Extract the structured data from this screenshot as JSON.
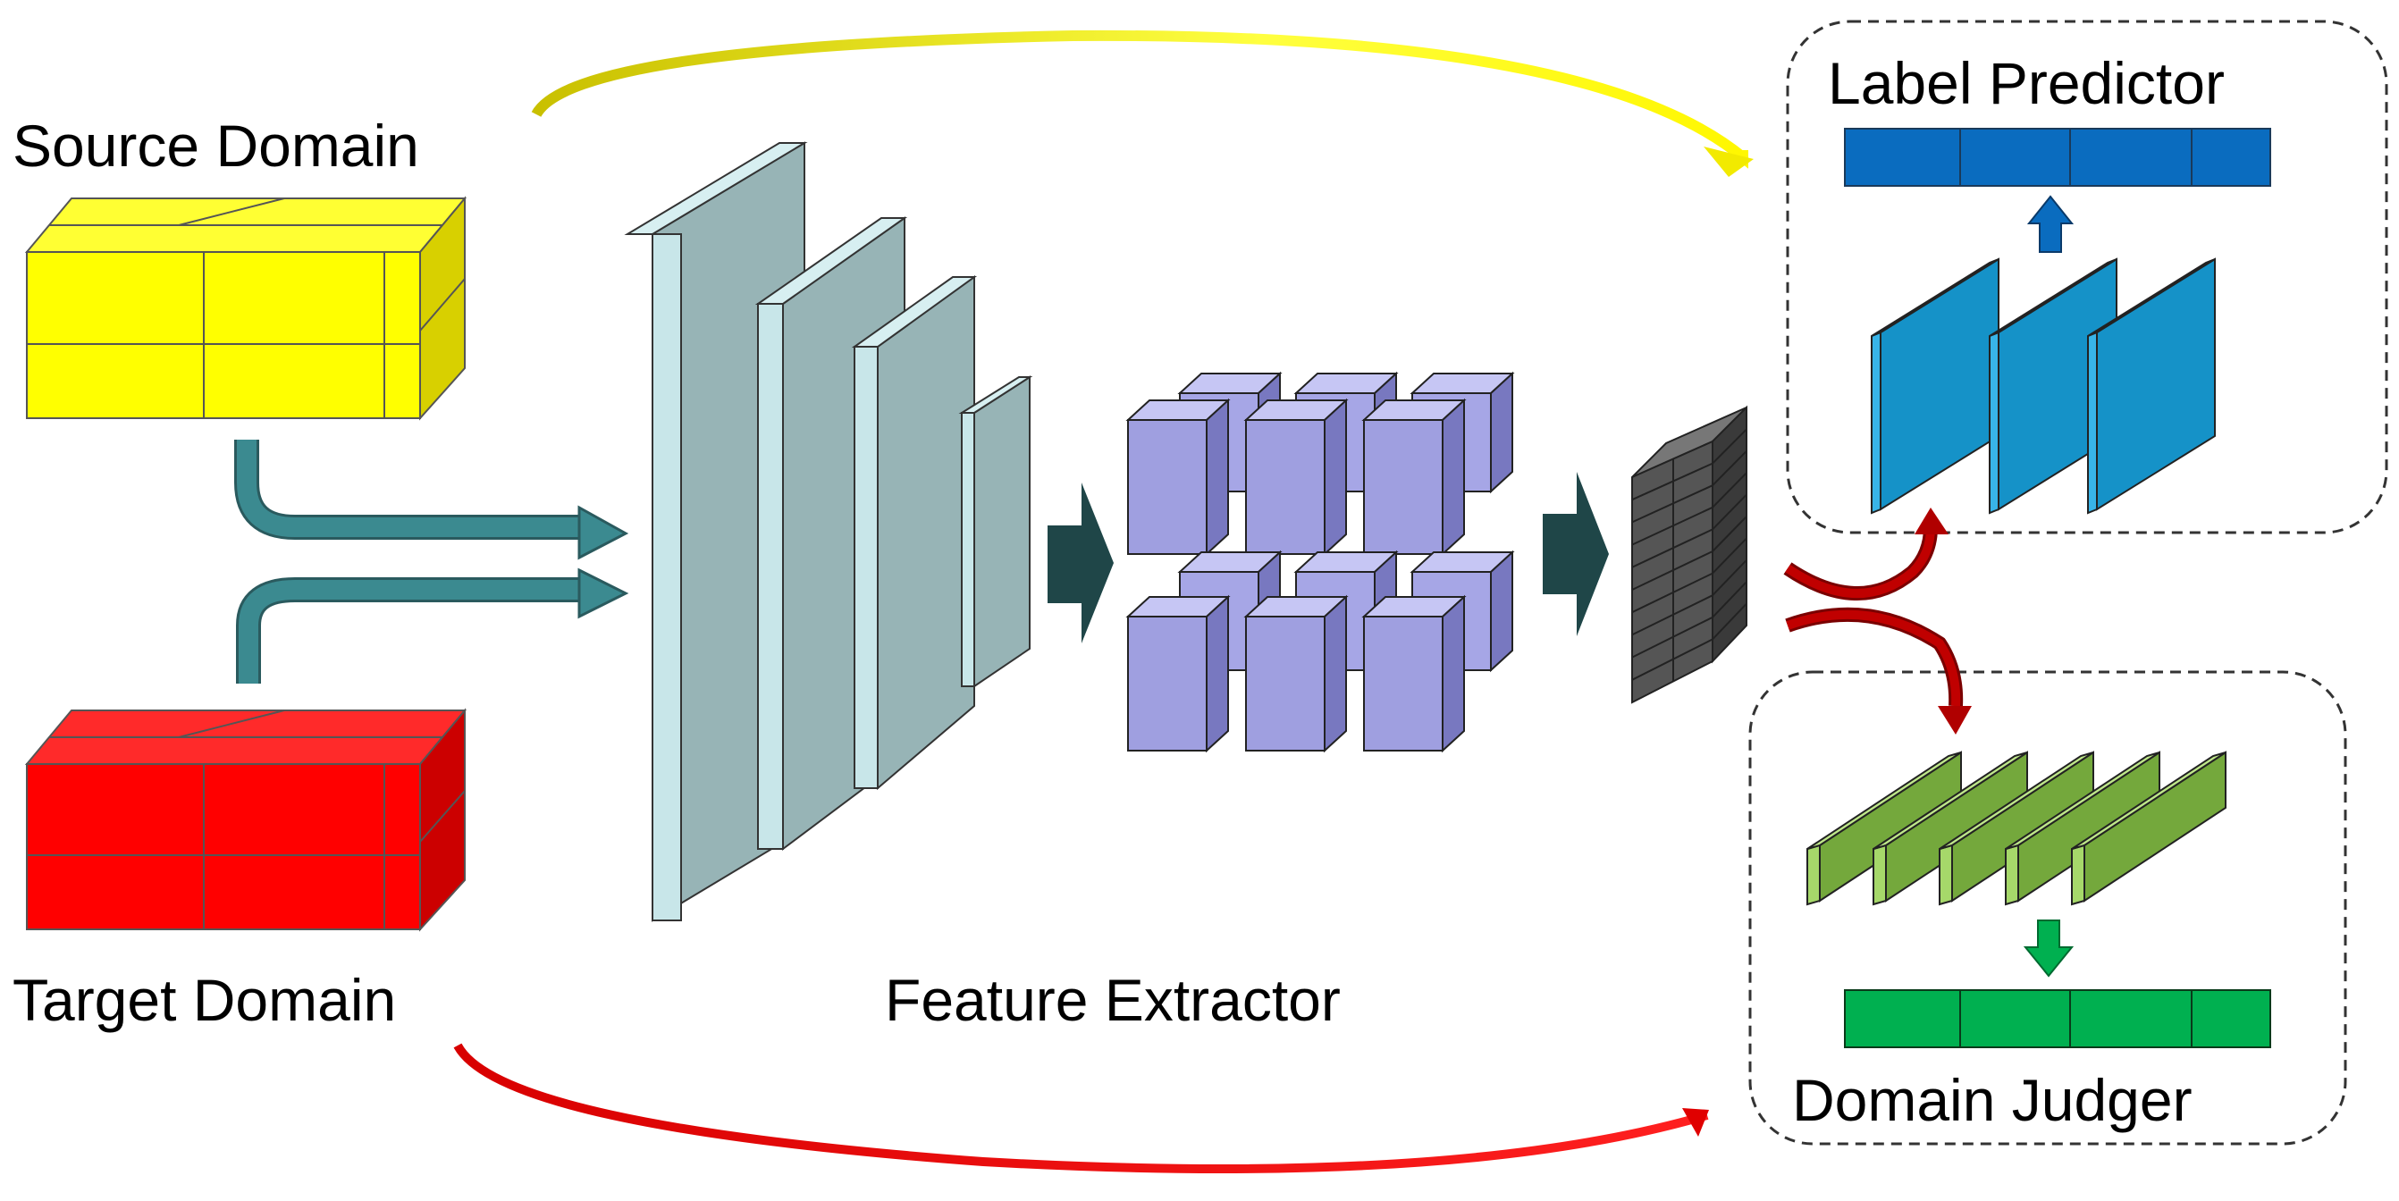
{
  "labels": {
    "source": "Source Domain",
    "target": "Target Domain",
    "feature_extractor": "Feature Extractor",
    "label_predictor": "Label Predictor",
    "domain_judger": "Domain Judger"
  },
  "colors": {
    "source_box": "#ffff00",
    "target_box": "#ff0000",
    "conv_layers": "#97b4b6",
    "feature_cubes": "#9f9fe0",
    "flatten": "#555555",
    "label_predictor": "#1592c8",
    "label_output": "#0a6cbf",
    "domain_judger": "#74a83c",
    "domain_output": "#00b050",
    "input_arrows": "#3b8a90",
    "stage_arrows": "#1f4648",
    "split_arrows": "#b00000"
  }
}
